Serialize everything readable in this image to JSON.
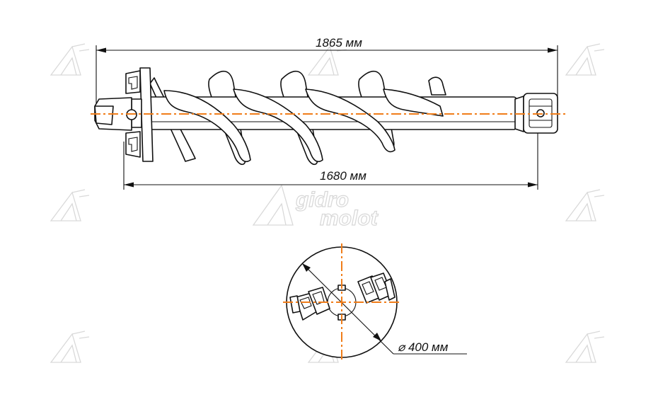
{
  "drawing": {
    "overall_length_label": "1865 мм",
    "auger_length_label": "1680 мм",
    "diameter_label": "⌀ 400 мм"
  },
  "watermark": {
    "brand_line1": "gidro",
    "brand_line2": "molot"
  },
  "colors": {
    "line": "#111111",
    "axis": "#f07d1a",
    "watermark": "#d9d9d9"
  }
}
